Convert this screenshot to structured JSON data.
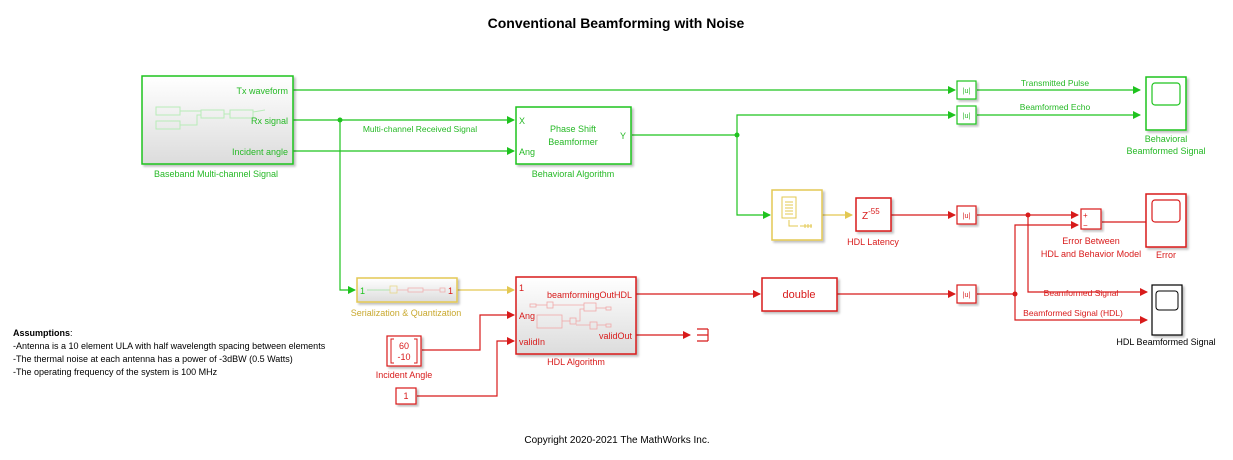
{
  "title": "Conventional Beamforming with Noise",
  "copyright": "Copyright 2020-2021 The MathWorks Inc.",
  "colors": {
    "green": "#1ec31e",
    "red": "#d81b1b",
    "yellow": "#e3c852",
    "black": "#000000",
    "greenText": "#26b926"
  },
  "blocks": {
    "baseband": {
      "name": "Baseband Multi-channel Signal",
      "ports": [
        "Tx waveform",
        "Rx signal",
        "Incident angle"
      ]
    },
    "behavioral": {
      "name": "Behavioral Algorithm",
      "body": [
        "Phase Shift",
        "Beamformer"
      ],
      "in_ports": [
        "X",
        "Ang"
      ],
      "out_port": "Y"
    },
    "abs1": {
      "label": "|u|"
    },
    "abs2": {
      "label": "|u|"
    },
    "abs3": {
      "label": "|u|"
    },
    "abs4": {
      "label": "|u|"
    },
    "scope_behav": {
      "name": [
        "Behavioral",
        "Beamformed Signal"
      ]
    },
    "hdl_latency": {
      "name": "HDL Latency",
      "base": "Z",
      "exp": "-55"
    },
    "error_sum": {
      "name": [
        "Error Between",
        "HDL and Behavior Model"
      ],
      "signs": [
        "+",
        "−"
      ]
    },
    "error_scope": {
      "name": "Error"
    },
    "serialization": {
      "name": "Serialization & Quantization",
      "in": "1",
      "out": "1"
    },
    "hdl_algo": {
      "name": "HDL Algorithm",
      "in_ports": [
        "1",
        "Ang",
        "validIn"
      ],
      "out_ports": [
        "beamformingOutHDL",
        "validOut"
      ]
    },
    "incident": {
      "name": "Incident Angle",
      "values": [
        "60",
        "-10"
      ]
    },
    "valid_const": {
      "value": "1"
    },
    "double": {
      "label": "double"
    },
    "scope_hdl": {
      "name": "HDL Beamformed Signal"
    }
  },
  "signals": {
    "multi": "Multi-channel Received Signal",
    "tx": "Transmitted Pulse",
    "echo": "Beamformed Echo",
    "bf": "Beamformed Signal",
    "bf_hdl": "Beamformed Signal (HDL)"
  },
  "assumptions": {
    "heading": "Assumptions",
    "lines": [
      "-Antenna is a 10 element ULA with half wavelength spacing between elements",
      "-The thermal noise at each antenna has  a power of -3dBW (0.5 Watts)",
      "-The operating frequency of the system is 100 MHz"
    ]
  }
}
